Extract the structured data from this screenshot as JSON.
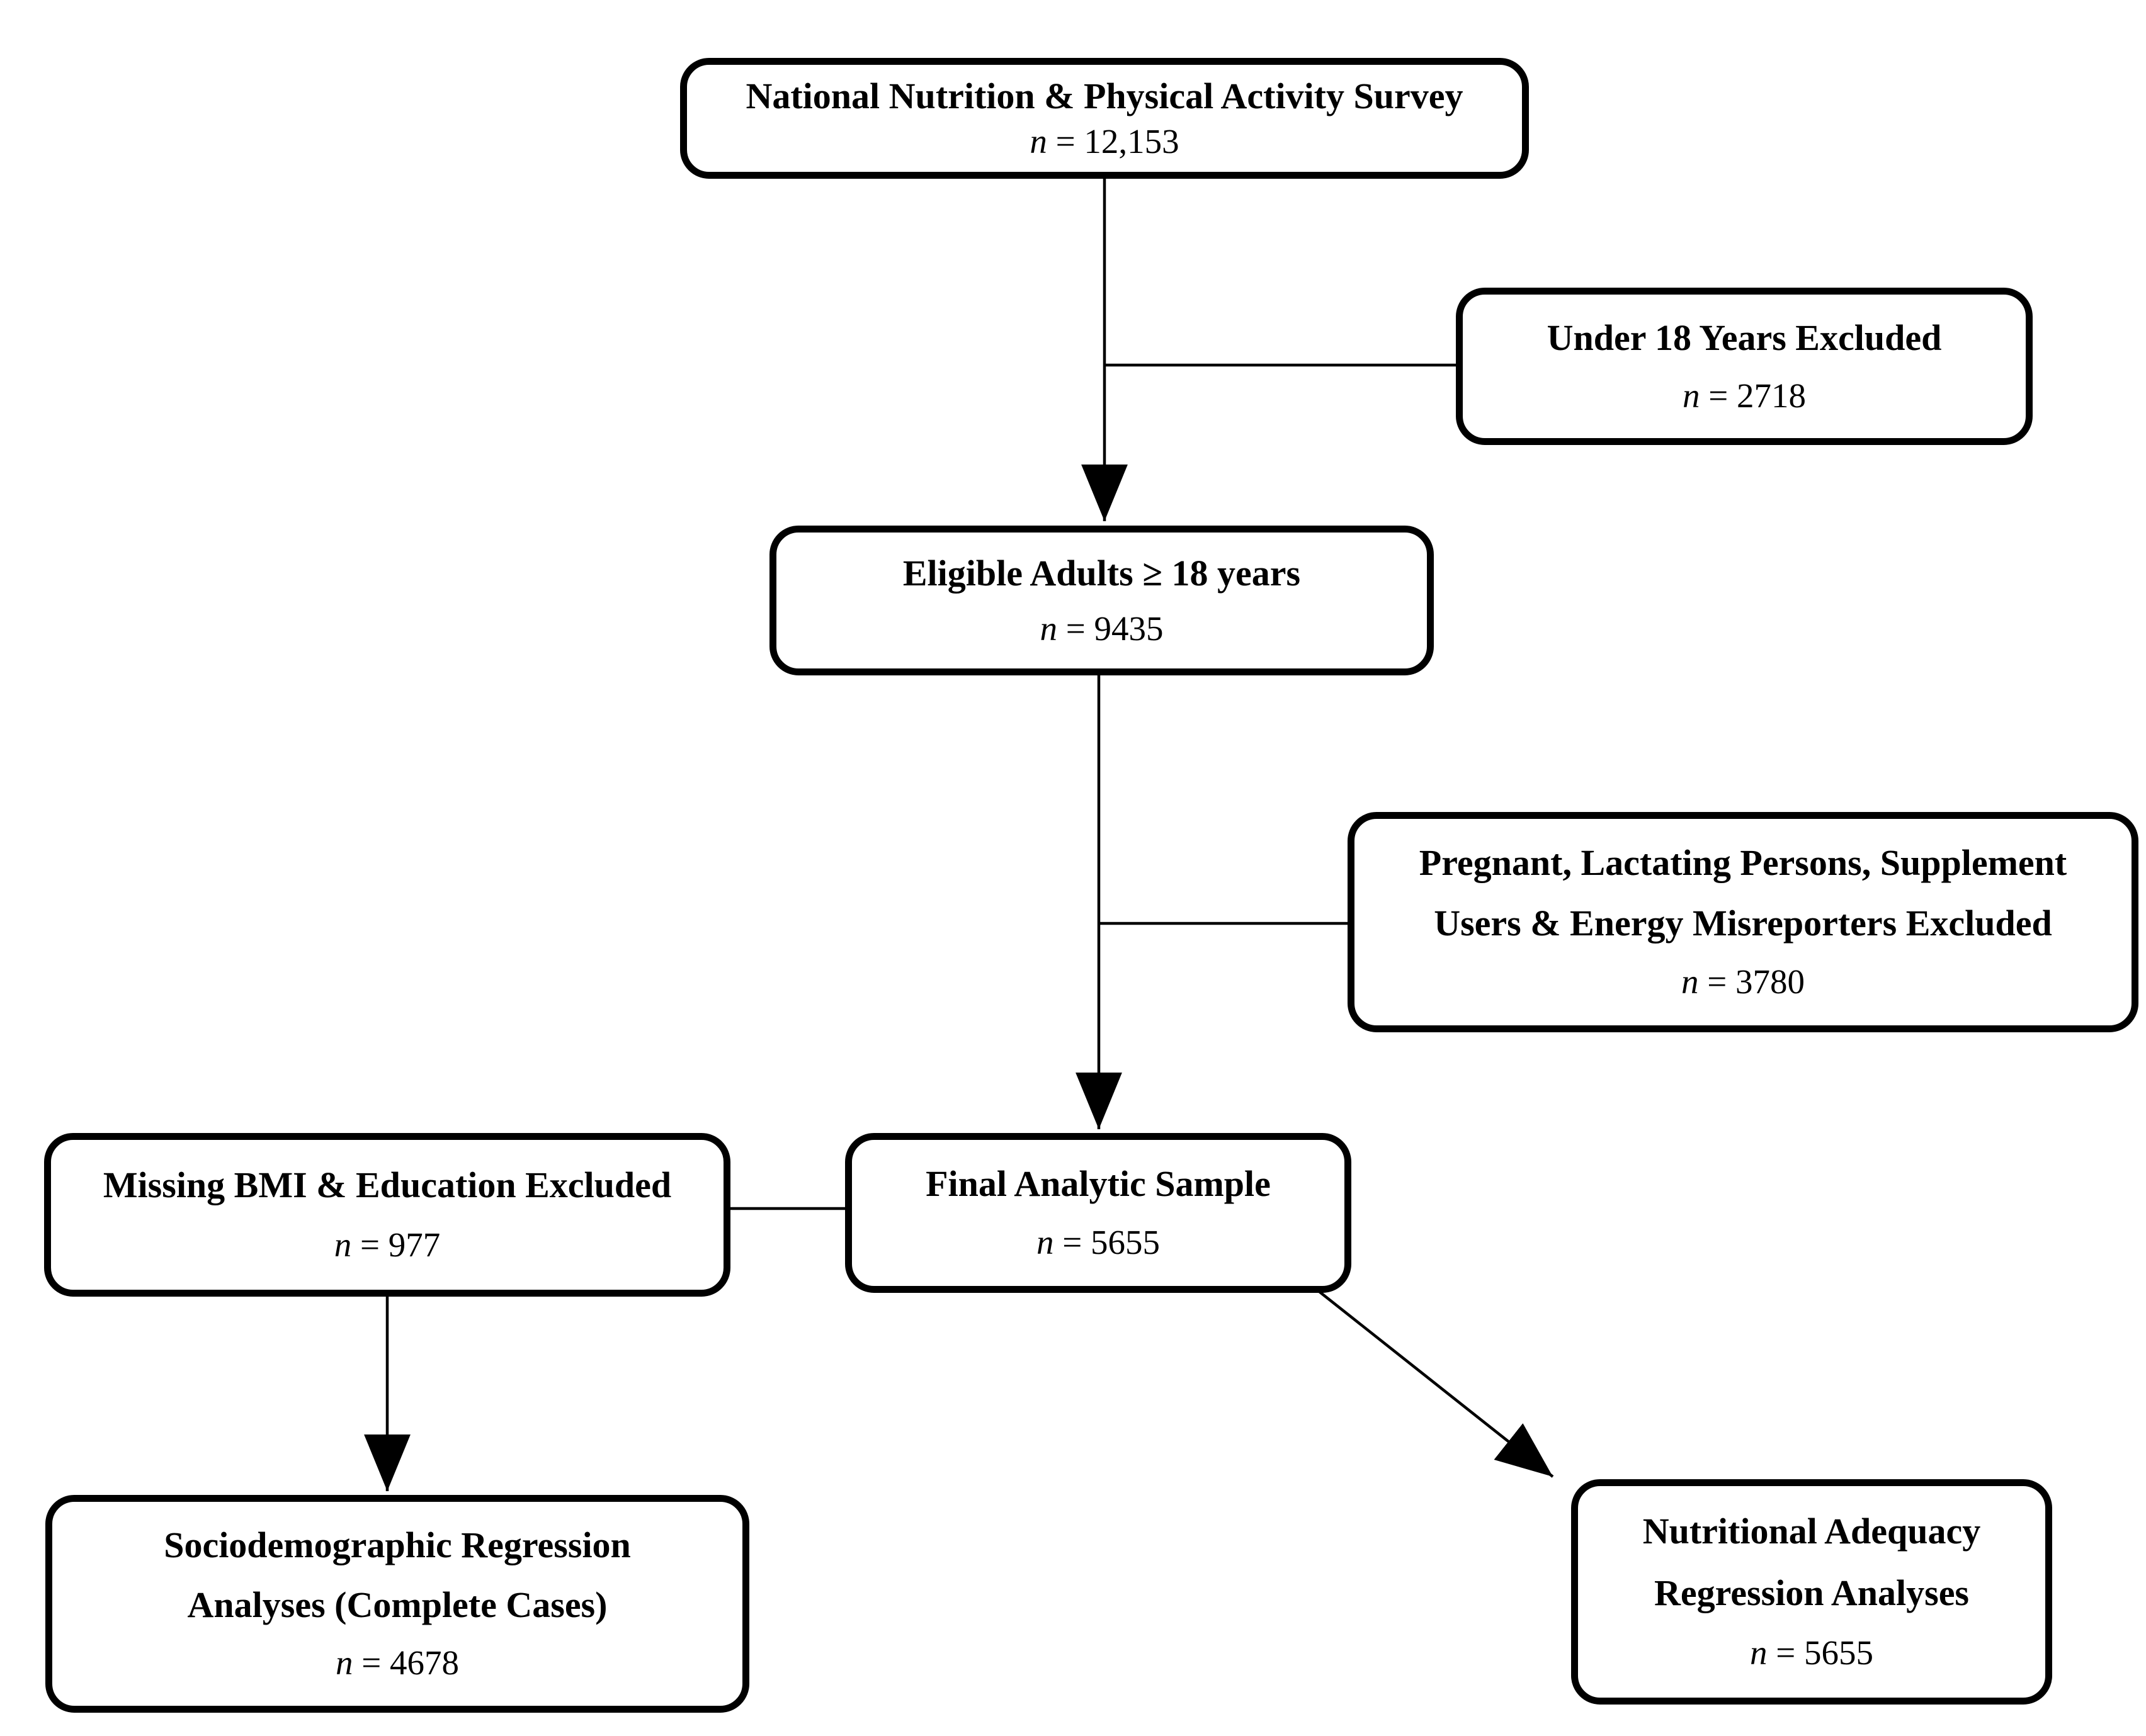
{
  "figure": {
    "background": "#ffffff",
    "line_color": "#000000",
    "n_symbol": "n",
    "boxes": {
      "survey": {
        "line1": "National Nutrition & Physical Activity Survey",
        "n_value": " = 12,153"
      },
      "under18": {
        "line1": "Under 18 Years Excluded",
        "n_value": " = 2718"
      },
      "eligible": {
        "line1": "Eligible Adults ≥ 18 years",
        "n_value": " = 9435"
      },
      "pregnant": {
        "line1": "Pregnant, Lactating Persons, Supplement",
        "line2": "Users & Energy Misreporters Excluded",
        "n_value": " = 3780"
      },
      "missing": {
        "line1": "Missing BMI & Education Excluded",
        "n_value": " = 977"
      },
      "final": {
        "line1": "Final Analytic Sample",
        "n_value": " = 5655"
      },
      "socio": {
        "line1": "Sociodemographic Regression",
        "line2": "Analyses (Complete Cases)",
        "n_value": " = 4678"
      },
      "nutritional": {
        "line1": "Nutritional Adequacy",
        "line2": "Regression Analyses",
        "n_value": " = 5655"
      }
    },
    "edges": [
      {
        "from": "survey",
        "to": "eligible",
        "type": "arrow"
      },
      {
        "from": "survey-eligible-connector",
        "to": "under18",
        "type": "branch-line"
      },
      {
        "from": "eligible",
        "to": "final",
        "type": "arrow"
      },
      {
        "from": "eligible-final-connector",
        "to": "pregnant",
        "type": "branch-line"
      },
      {
        "from": "missing",
        "to": "final",
        "type": "line"
      },
      {
        "from": "missing",
        "to": "socio",
        "type": "arrow"
      },
      {
        "from": "final",
        "to": "nutritional",
        "type": "arrow"
      }
    ]
  }
}
